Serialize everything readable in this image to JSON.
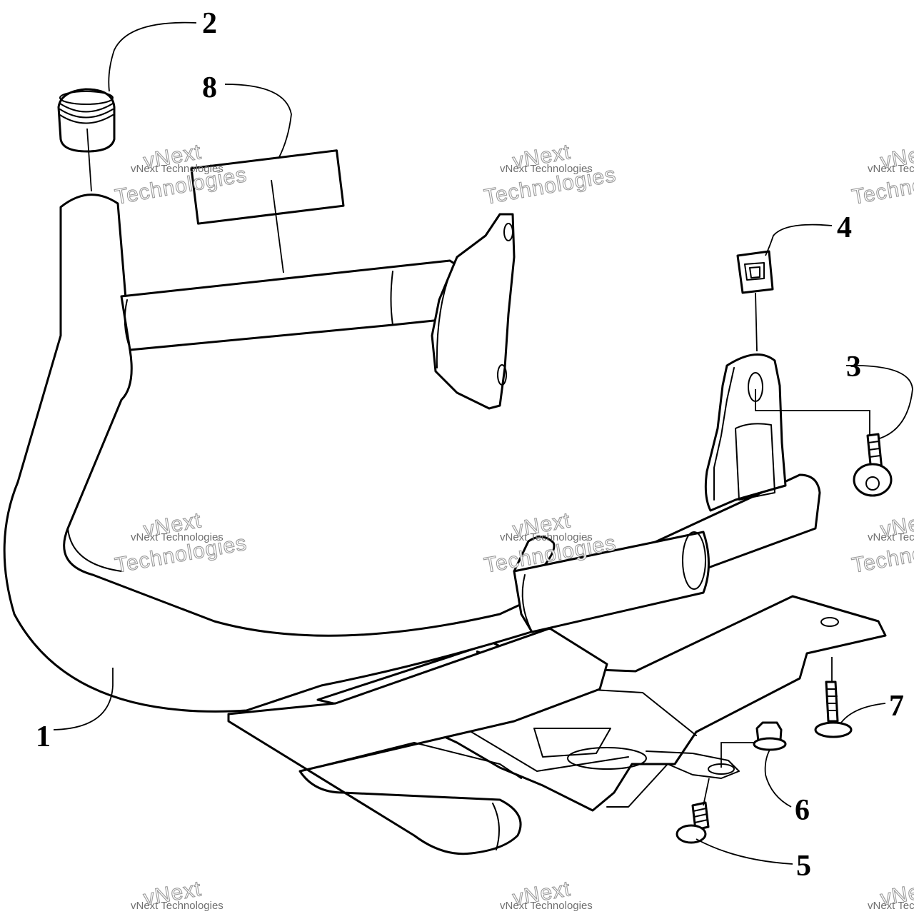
{
  "diagram": {
    "callouts": [
      "1",
      "2",
      "3",
      "4",
      "5",
      "6",
      "7",
      "8"
    ],
    "watermark": {
      "line1": "vNext Technologies",
      "line2": "vNext",
      "line3": "Technologies"
    }
  }
}
